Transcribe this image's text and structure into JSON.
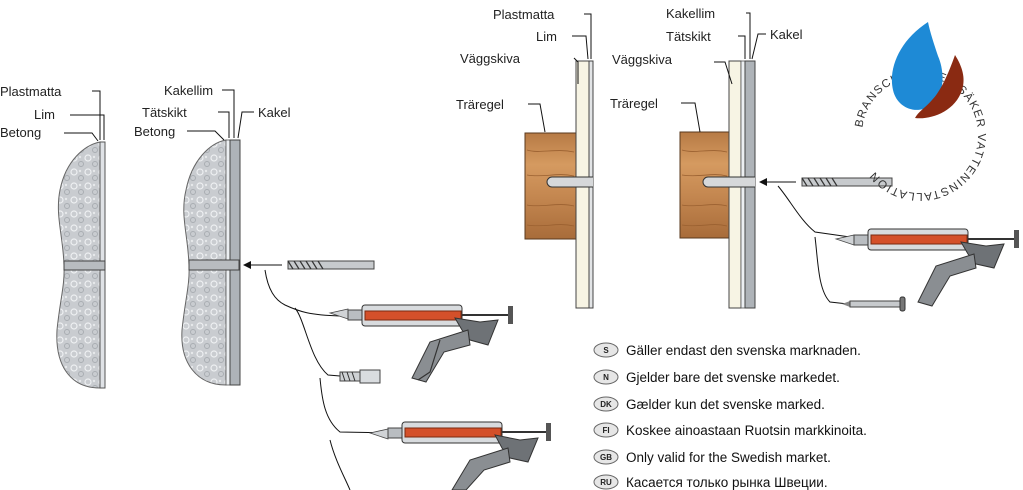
{
  "diagram_concrete": {
    "left_labels": [
      "Plastmatta",
      "Lim",
      "Betong"
    ],
    "right_labels": [
      "Kakellim",
      "Tätskikt",
      "Betong",
      "Kakel"
    ]
  },
  "diagram_wall": {
    "left_labels": [
      "Plastmatta",
      "Lim",
      "Väggskiva",
      "Träregel"
    ],
    "right_labels": [
      "Kakellim",
      "Tätskikt",
      "Väggskiva",
      "Träregel",
      "Kakel"
    ]
  },
  "logo": {
    "text": "BRANSCHREGLER SÄKER VATTENINSTALLATION",
    "water_color": "#1e8ad6",
    "flame_color": "#8a2a12"
  },
  "legend": [
    {
      "code": "S",
      "text": "Gäller endast den svenska marknaden."
    },
    {
      "code": "N",
      "text": "Gjelder bare det svenske markedet."
    },
    {
      "code": "DK",
      "text": "Gælder kun det svenske marked."
    },
    {
      "code": "FI",
      "text": "Koskee ainoastaan Ruotsin markkinoita."
    },
    {
      "code": "GB",
      "text": "Only valid for the Swedish market."
    },
    {
      "code": "RU",
      "text": "Касается только рынка Швеции."
    }
  ]
}
